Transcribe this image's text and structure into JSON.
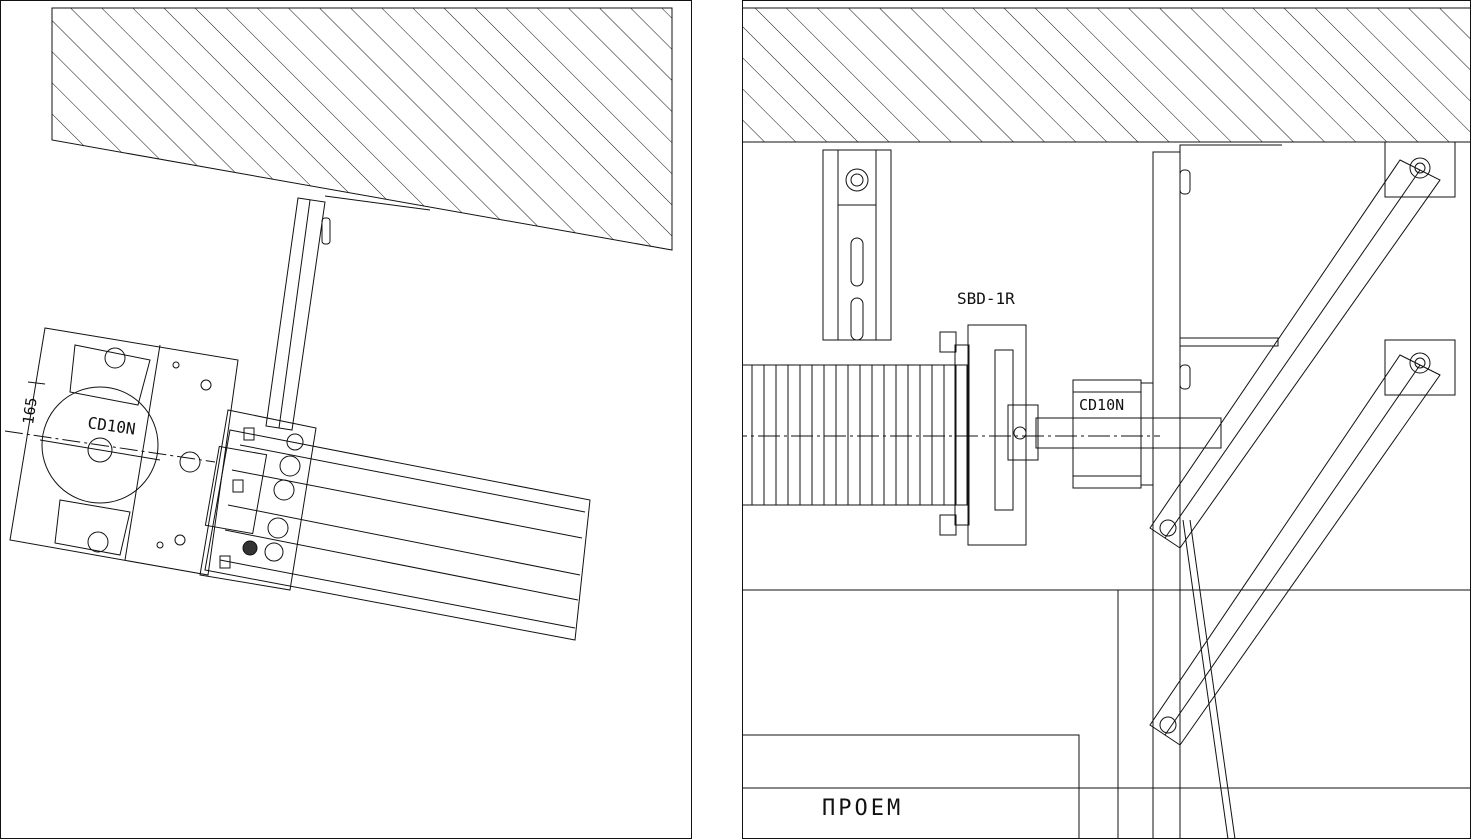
{
  "left_view": {
    "dimension_label": "165",
    "drum_label": "CD10N"
  },
  "right_view": {
    "spring_label": "SBD-1R",
    "drum_label": "CD10N",
    "opening_label": "ПРОЕМ"
  },
  "colors": {
    "line": "#111111",
    "background": "#ffffff"
  }
}
